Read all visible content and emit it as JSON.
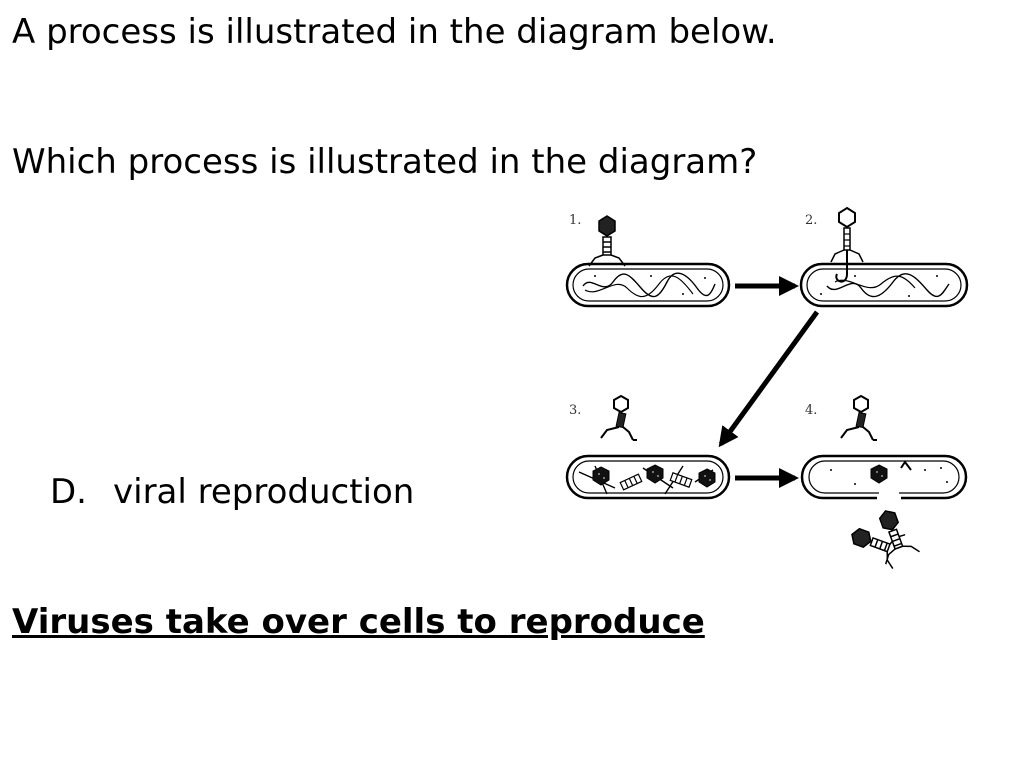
{
  "slide": {
    "question_intro": "A process is illustrated in the diagram below.",
    "question": "Which process is illustrated in the diagram?",
    "answer": {
      "letter": "D.",
      "text": "viral reproduction"
    },
    "explanation": "Viruses take over cells to reproduce"
  },
  "diagram": {
    "steps": [
      "1.",
      "2.",
      "3.",
      "4."
    ],
    "colors": {
      "ink": "#000000",
      "paper": "#ffffff"
    }
  }
}
